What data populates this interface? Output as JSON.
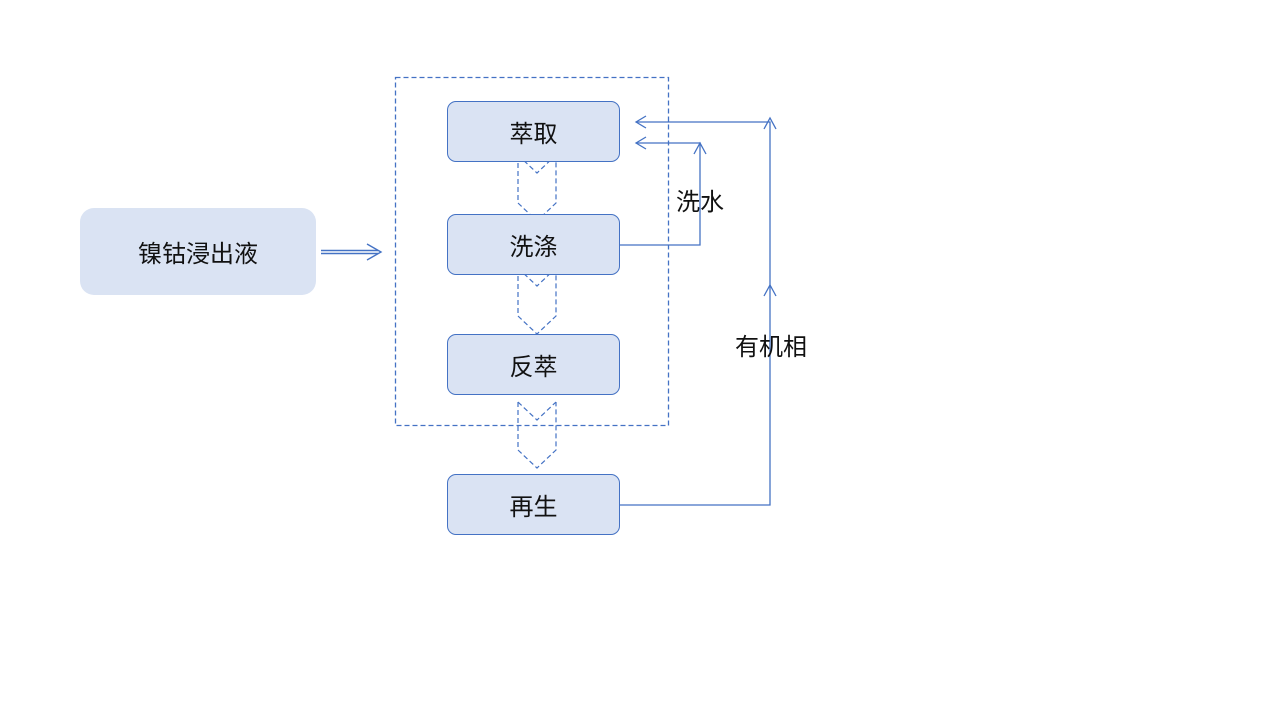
{
  "diagram": {
    "source": "镍钴浸出液",
    "steps": [
      "萃取",
      "洗涤",
      "反萃",
      "再生"
    ],
    "labels": {
      "wash_water": "洗水",
      "organic_phase": "有机相"
    },
    "colors": {
      "box_fill": "#dae3f3",
      "box_border": "#4472c4",
      "line": "#4472c4",
      "text": "#111111"
    }
  }
}
